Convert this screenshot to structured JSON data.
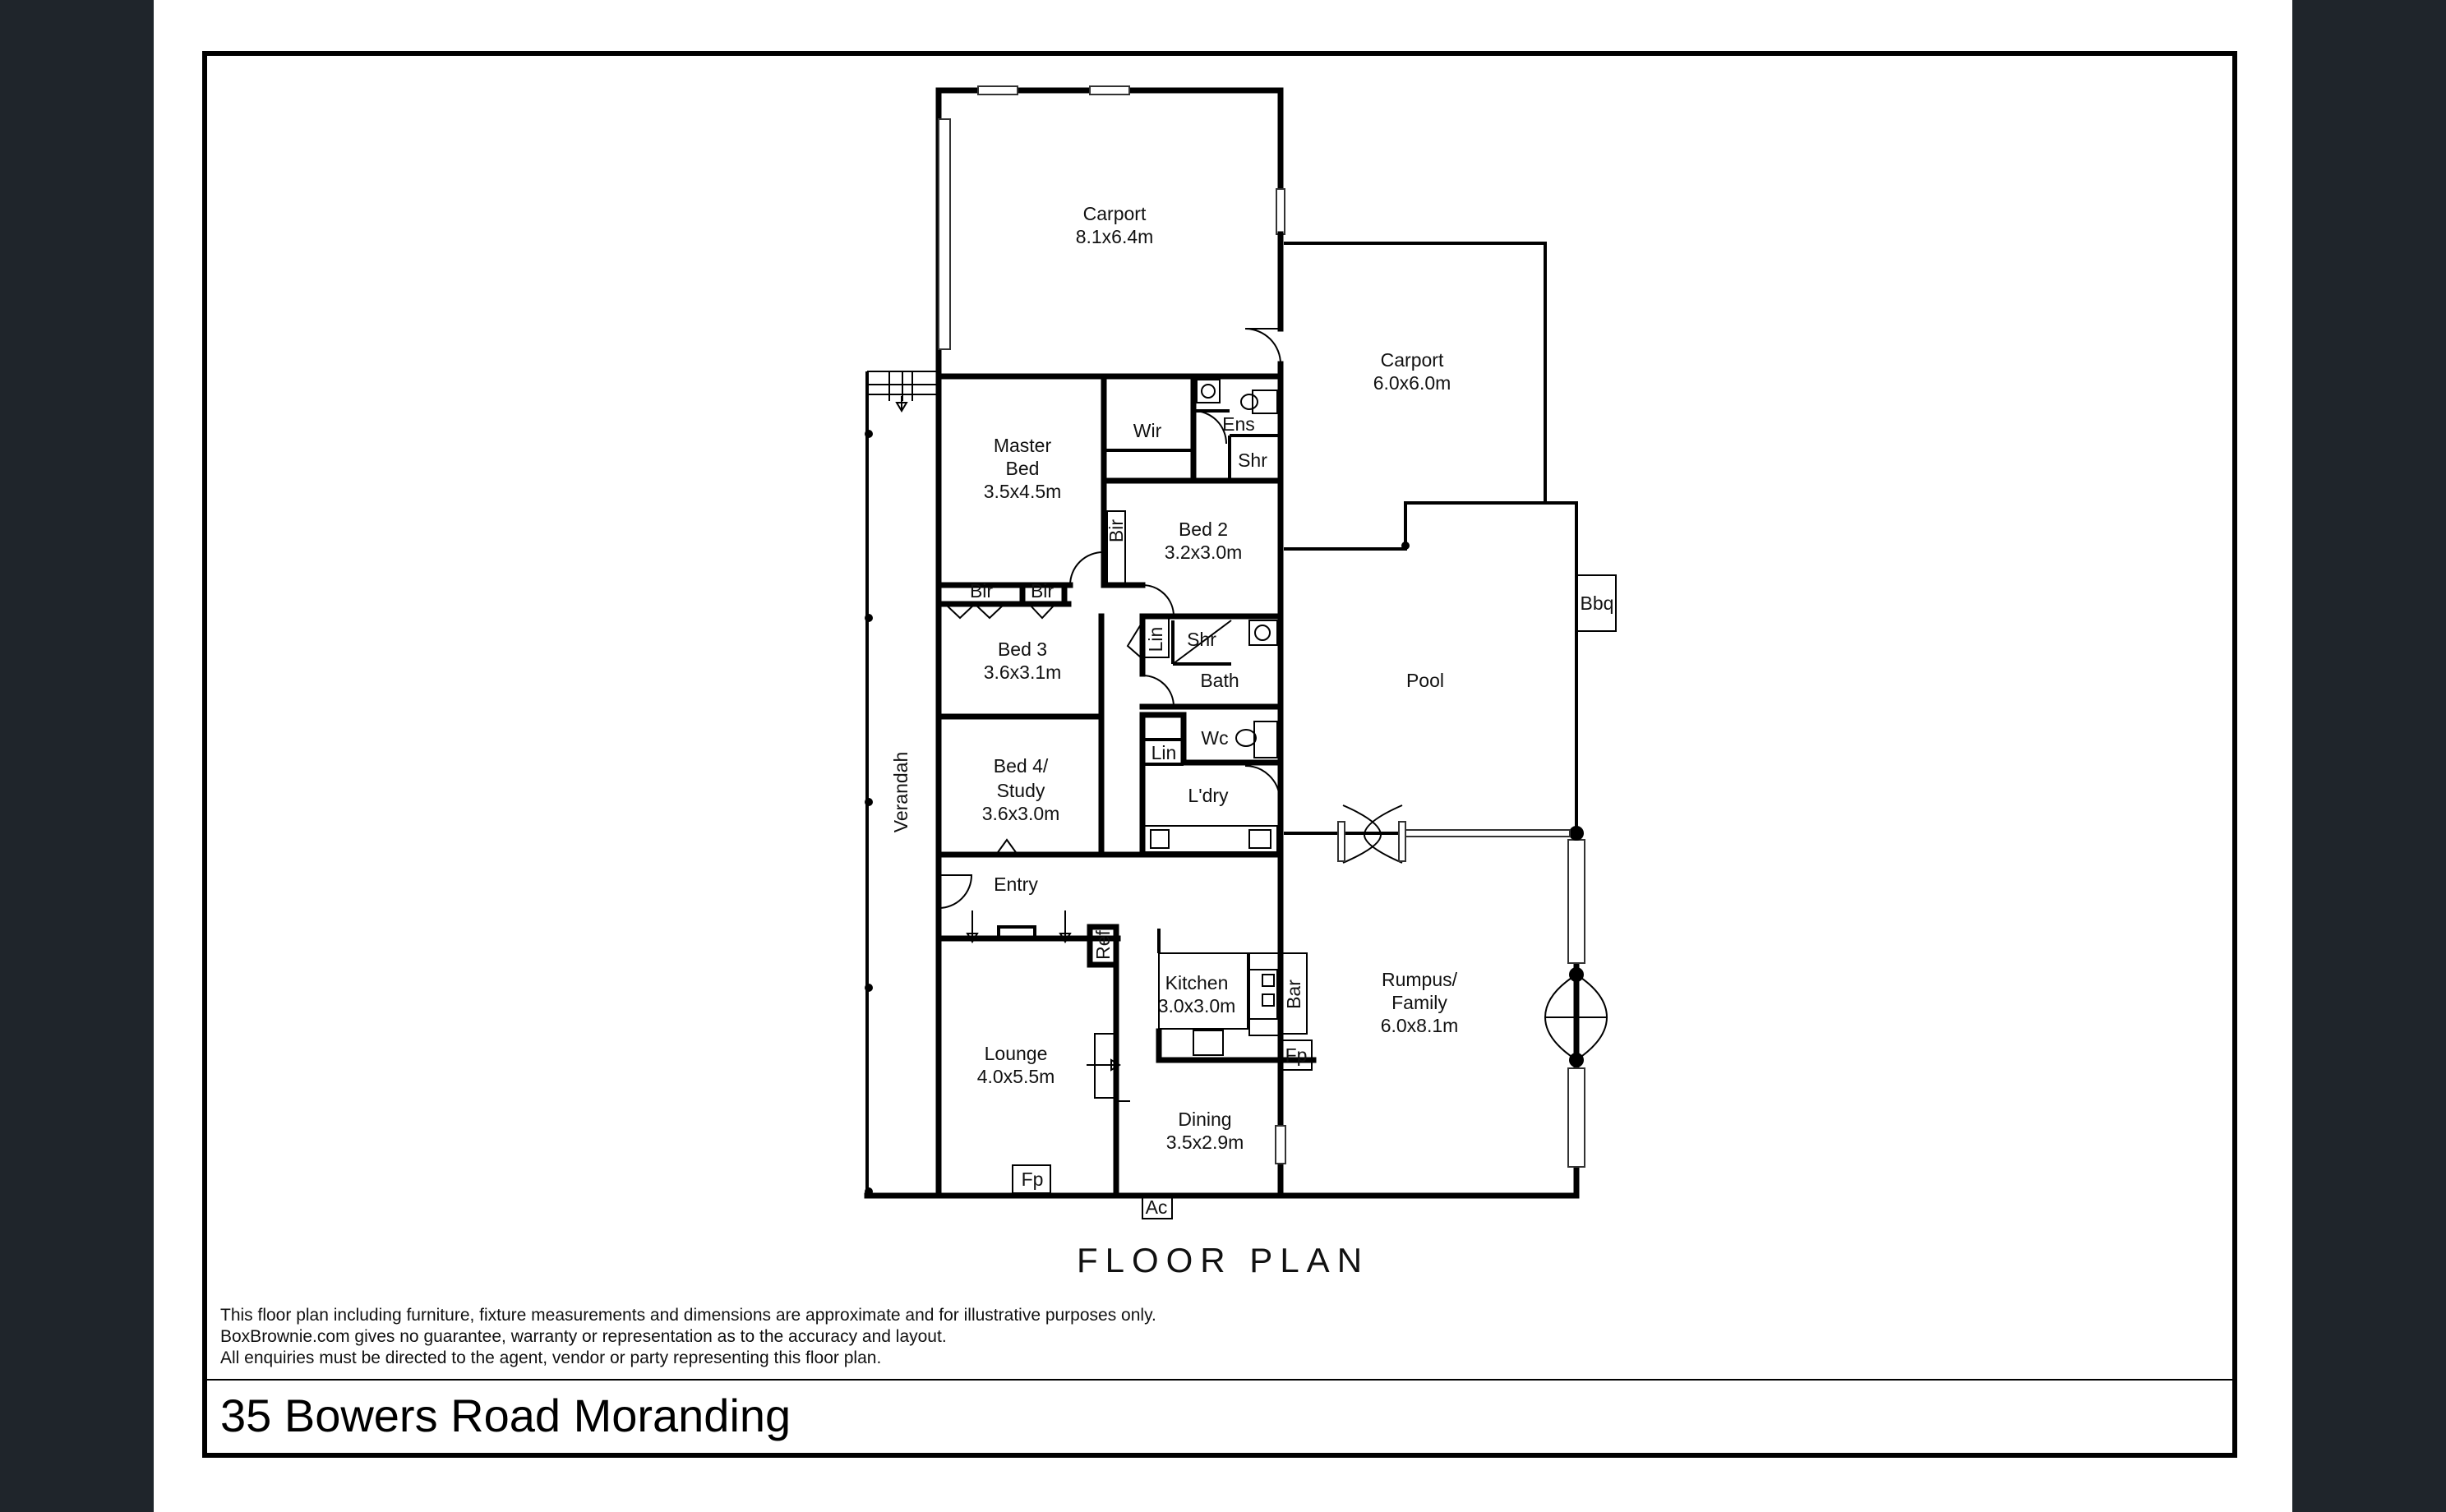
{
  "rooms": {
    "carport1": {
      "name": "Carport",
      "size": "8.1x6.4m"
    },
    "carport2": {
      "name": "Carport",
      "size": "6.0x6.0m"
    },
    "master": {
      "name1": "Master",
      "name2": "Bed",
      "size": "3.5x4.5m"
    },
    "wir": "Wir",
    "ens": "Ens",
    "shr1": "Shr",
    "bir1": "Bir",
    "bed2": {
      "name": "Bed 2",
      "size": "3.2x3.0m"
    },
    "bir2": "Bir",
    "bir3": "Bir",
    "bed3": {
      "name": "Bed 3",
      "size": "3.6x3.1m"
    },
    "lin1": "Lin",
    "shr2": "Shr",
    "bath": "Bath",
    "wc": "Wc",
    "lin2": "Lin",
    "laundry": "L'dry",
    "bed4": {
      "name1": "Bed 4/",
      "name2": "Study",
      "size": "3.6x3.0m"
    },
    "verandah": "Verandah",
    "entry": "Entry",
    "ref": "Ref",
    "kitchen": {
      "name": "Kitchen",
      "size": "3.0x3.0m"
    },
    "bar": "Bar",
    "fp1": "Fp",
    "lounge": {
      "name": "Lounge",
      "size": "4.0x5.5m"
    },
    "fp2": "Fp",
    "dining": {
      "name": "Dining",
      "size": "3.5x2.9m"
    },
    "ac": "Ac",
    "pool": "Pool",
    "bbq": "Bbq",
    "rumpus": {
      "name1": "Rumpus/",
      "name2": "Family",
      "size": "6.0x8.1m"
    }
  },
  "plan_title": "FLOOR PLAN",
  "disclaimer": [
    "This floor plan including furniture, fixture measurements and dimensions are approximate and for illustrative purposes only.",
    "BoxBrownie.com gives no guarantee, warranty or representation as to the accuracy and layout.",
    "All enquiries must be directed to the agent, vendor or party representing this floor plan."
  ],
  "address": "35 Bowers Road Moranding"
}
